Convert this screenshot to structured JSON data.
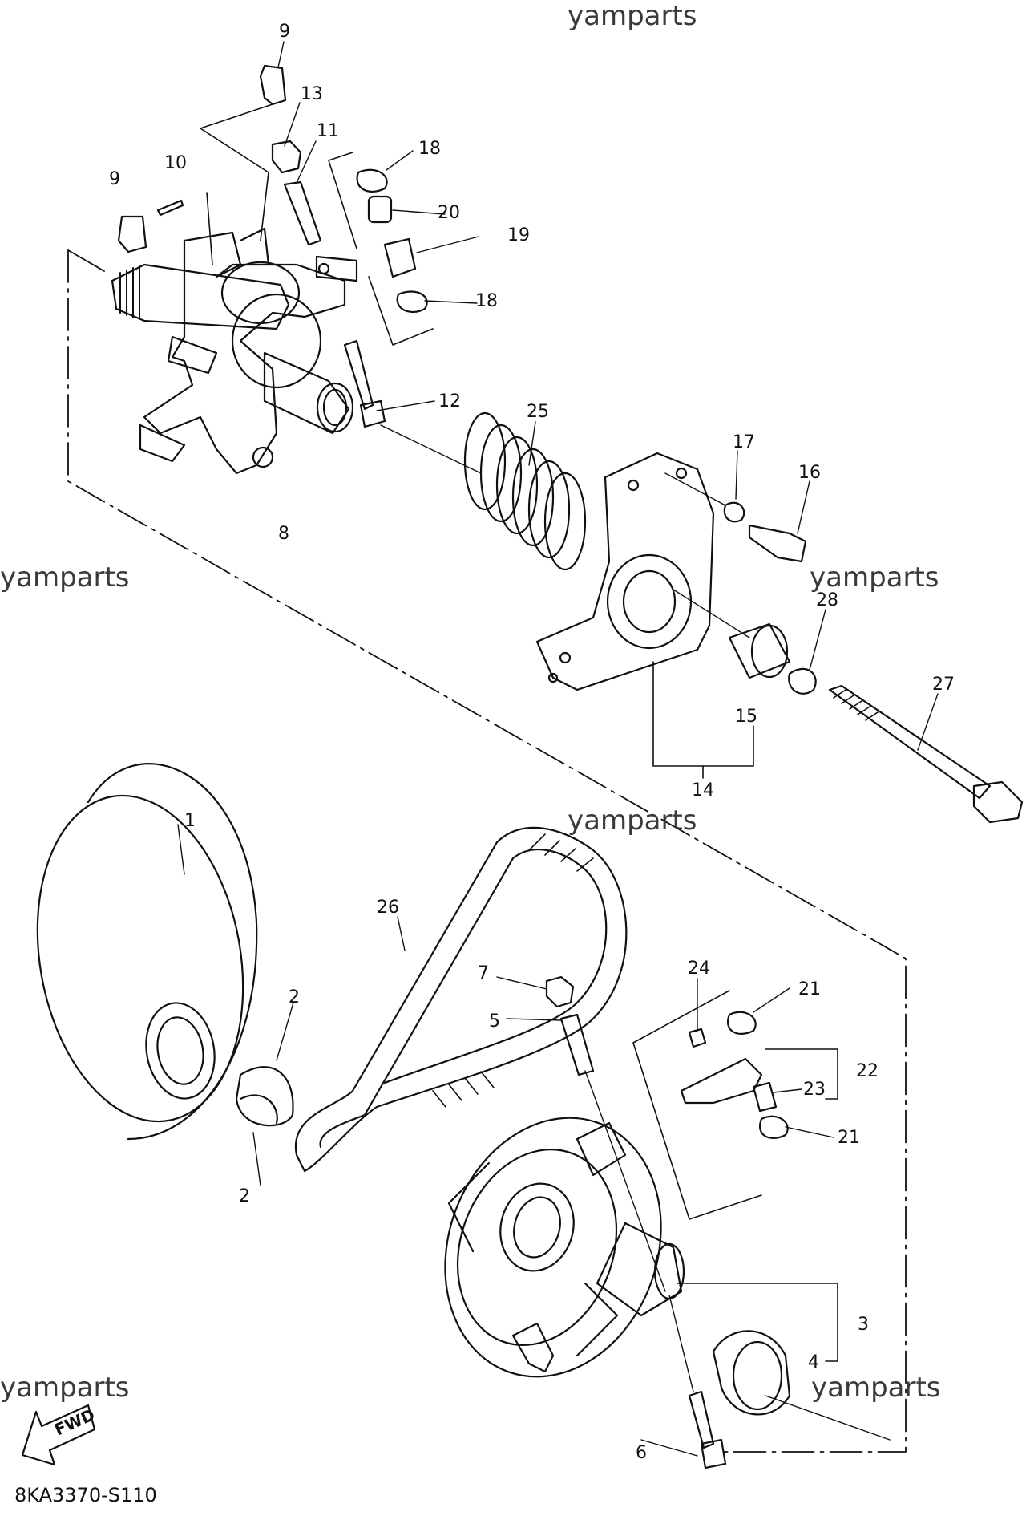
{
  "watermarks": [
    "yamparts",
    "yamparts",
    "yamparts",
    "yamparts",
    "yamparts",
    "yamparts"
  ],
  "diagram_code": "8KA3370-S110",
  "fwd_label": "FWD",
  "part_labels": [
    "1",
    "2",
    "2",
    "3",
    "4",
    "5",
    "6",
    "7",
    "8",
    "9",
    "9",
    "10",
    "11",
    "12",
    "13",
    "14",
    "15",
    "16",
    "17",
    "18",
    "18",
    "19",
    "20",
    "21",
    "21",
    "22",
    "23",
    "24",
    "25",
    "26",
    "27",
    "28"
  ]
}
